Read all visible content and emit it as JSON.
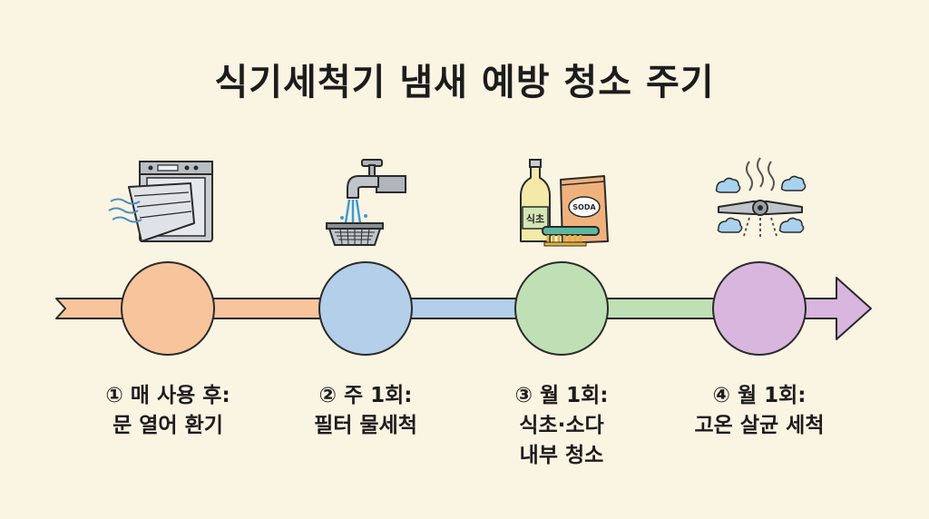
{
  "title": "식기세척기 냄새 예방 청소 주기",
  "colors": {
    "background": "#faf4e2",
    "orange": "#f7c49c",
    "blue": "#b3cfe9",
    "green": "#bfe0b5",
    "purple": "#d8b6de",
    "outline": "#2a2a2a"
  },
  "steps": [
    {
      "color": "#f7c49c",
      "icon": "dishwasher-open-door-icon",
      "lines": [
        "① 매 사용 후:",
        "문 열어 환기"
      ]
    },
    {
      "color": "#b3cfe9",
      "icon": "faucet-filter-rinse-icon",
      "lines": [
        "② 주 1회:",
        "필터 물세척"
      ]
    },
    {
      "color": "#bfe0b5",
      "icon": "vinegar-soda-brush-icon",
      "lines": [
        "③ 월 1회:",
        "식초·소다",
        "내부 청소"
      ]
    },
    {
      "color": "#d8b6de",
      "icon": "spray-arm-steam-icon",
      "lines": [
        "④ 월 1회:",
        "고온 살균 세척"
      ]
    }
  ],
  "icon_text": {
    "vinegar_label": "식초",
    "soda_label": "SODA"
  }
}
